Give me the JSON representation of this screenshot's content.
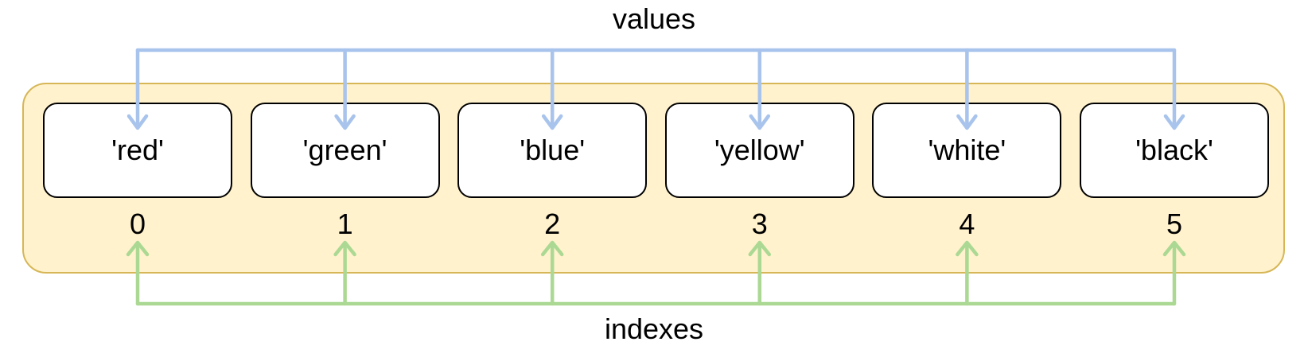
{
  "diagram": {
    "values_label": "values",
    "indexes_label": "indexes",
    "items": [
      {
        "value": "'red'",
        "index": "0"
      },
      {
        "value": "'green'",
        "index": "1"
      },
      {
        "value": "'blue'",
        "index": "2"
      },
      {
        "value": "'yellow'",
        "index": "3"
      },
      {
        "value": "'white'",
        "index": "4"
      },
      {
        "value": "'black'",
        "index": "5"
      }
    ],
    "colors": {
      "values_arrow": "#A9C4EC",
      "indexes_arrow": "#ABD994",
      "container_fill": "#FFF2CC",
      "container_border": "#D6B656",
      "item_fill": "#FFFFFF",
      "item_border": "#000000",
      "text": "#000000"
    }
  }
}
